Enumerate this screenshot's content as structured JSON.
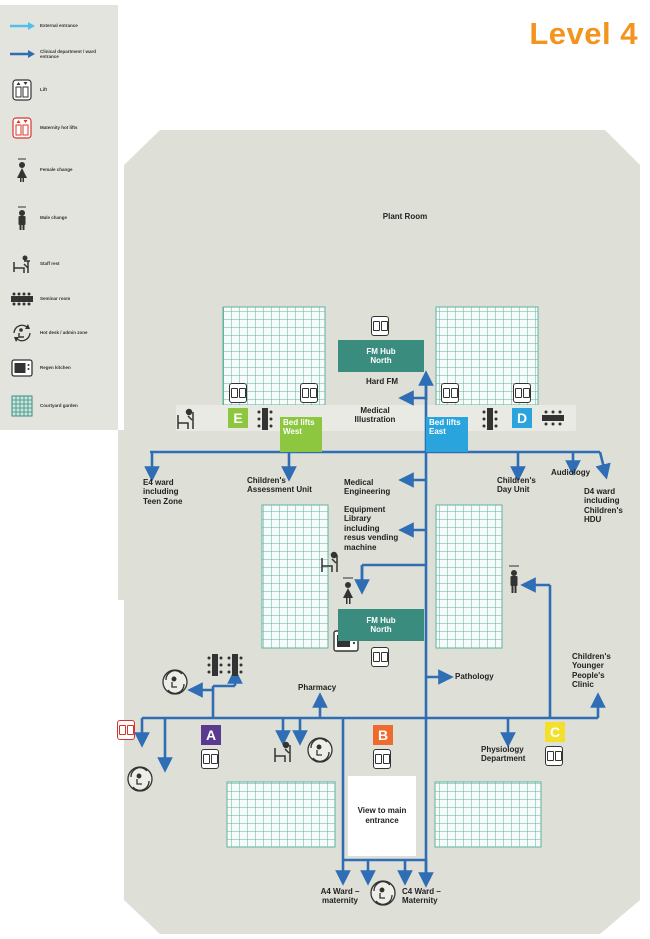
{
  "level_title": "Level 4",
  "legend": [
    {
      "icon": "external-entrance-arrow-icon",
      "label": "External entrance"
    },
    {
      "icon": "clinical-department-arrow-icon",
      "label": "Clinical department / ward entrance"
    },
    {
      "icon": "lift-icon",
      "label": "Lift"
    },
    {
      "icon": "maternity-lift-icon",
      "label": "Maternity hot lifts"
    },
    {
      "icon": "female-change-icon",
      "label": "Female change"
    },
    {
      "icon": "male-change-icon",
      "label": "Male change"
    },
    {
      "icon": "staff-rest-icon",
      "label": "Staff rest"
    },
    {
      "icon": "seminar-room-icon",
      "label": "Seminar room"
    },
    {
      "icon": "hot-desk-icon",
      "label": "Hot desk / admin zone"
    },
    {
      "icon": "regen-kitchen-icon",
      "label": "Regen kitchen"
    },
    {
      "icon": "courtyard-garden-icon",
      "label": "Courtyard garden"
    }
  ],
  "map": {
    "plant_room": "Plant Room",
    "fm_hub_north_top": "FM Hub\nNorth",
    "fm_hub_north_mid": "FM Hub\nNorth",
    "hard_fm": "Hard FM",
    "medical_illustration": "Medical\nIllustration",
    "bed_lifts_west": "Bed lifts\nWest",
    "bed_lifts_east": "Bed lifts\nEast",
    "e4_ward": "E4 ward\nincluding\nTeen Zone",
    "childrens_assessment": "Children's\nAssessment Unit",
    "medical_engineering": "Medical\nEngineering",
    "equipment_library": "Equipment\nLibrary\nincluding\nresus vending\nmachine",
    "childrens_day_unit": "Children's\nDay Unit",
    "audiology": "Audiology",
    "d4_ward": "D4 ward\nincluding\nChildren's\nHDU",
    "pharmacy": "Pharmacy",
    "pathology": "Pathology",
    "cypc": "Children's\nYounger\nPeople's\nClinic",
    "physiology": "Physiology\nDepartment",
    "view_main_entrance": "View to main\nentrance",
    "a4_ward": "A4 Ward –\nmaternity",
    "c4_ward": "C4 Ward –\nMaternity",
    "letters": {
      "a": "A",
      "b": "B",
      "c": "C",
      "d": "D",
      "e": "E"
    }
  },
  "colors": {
    "floor": "#dedfd7",
    "route_blue": "#2f6eb5",
    "external_cyan": "#4fc1e9",
    "title_orange": "#f2941e",
    "hub_green": "#3a8c7e",
    "courtyard": "#c9e6de",
    "letter_a": "#5a3a8e",
    "letter_b": "#ec6b2d",
    "letter_c": "#f3e02c",
    "letter_d": "#2aa4dd",
    "letter_e": "#8dc63f",
    "bed_lift_west": "#8dc63f",
    "bed_lift_east": "#2aa4dd"
  }
}
